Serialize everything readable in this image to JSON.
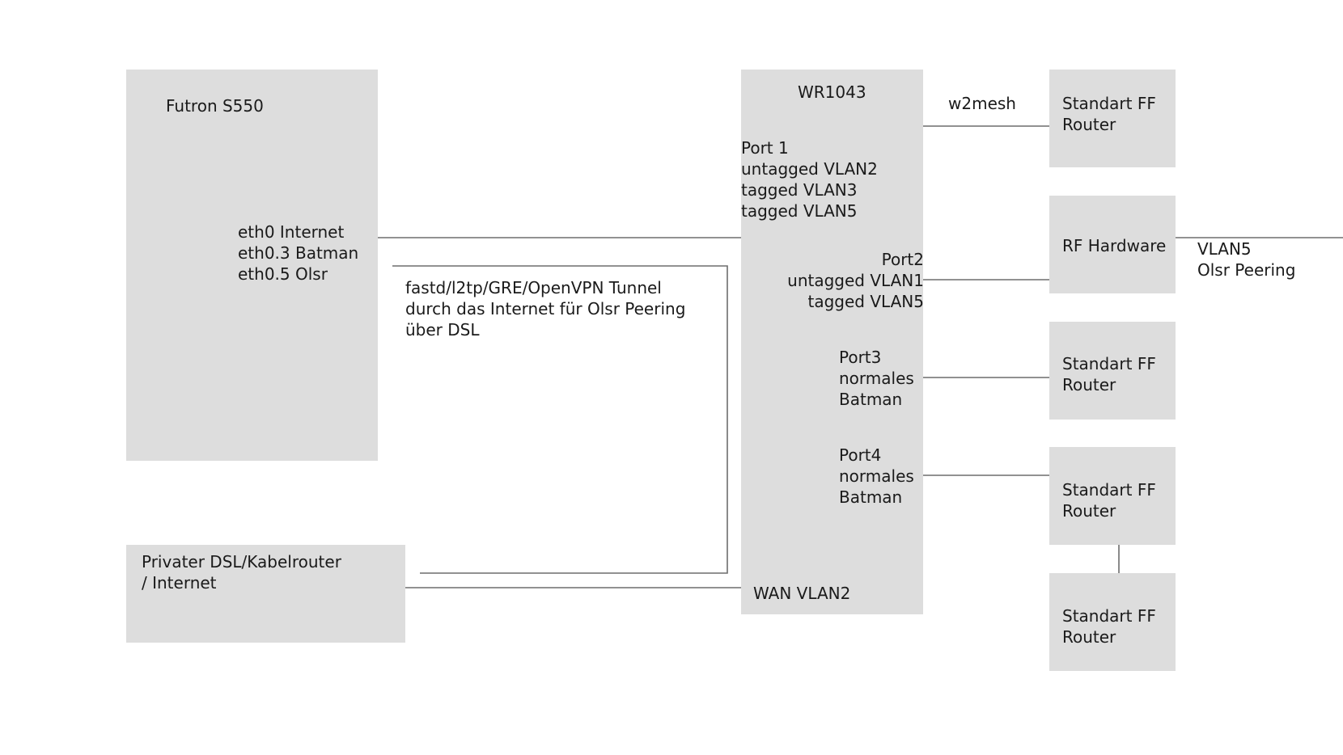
{
  "nodes": {
    "futron": {
      "title": "Futron S550",
      "interfaces": [
        "eth0 Internet",
        "eth0.3 Batman",
        "eth0.5 Olsr"
      ]
    },
    "dsl_router": {
      "title_lines": [
        "Privater DSL/Kabelrouter",
        "/ Internet"
      ]
    },
    "wr1043": {
      "title": "WR1043",
      "port1": [
        "Port 1",
        "untagged VLAN2",
        "tagged VLAN3",
        "tagged VLAN5"
      ],
      "port2": [
        "Port2",
        "untagged VLAN1",
        "tagged VLAN5"
      ],
      "port3": [
        "Port3",
        "normales",
        "Batman"
      ],
      "port4": [
        "Port4",
        "normales",
        "Batman"
      ],
      "wan": "WAN VLAN2"
    },
    "router_top": {
      "lines": [
        "Standart FF",
        "Router"
      ]
    },
    "rf_hardware": {
      "title": "RF Hardware"
    },
    "router_port3": {
      "lines": [
        "Standart FF",
        "Router"
      ]
    },
    "router_port4": {
      "lines": [
        "Standart FF",
        "Router"
      ]
    },
    "router_bottom": {
      "lines": [
        "Standart FF",
        "Router"
      ]
    }
  },
  "edge_labels": {
    "w2mesh": "w2mesh",
    "tunnel": [
      "fastd/l2tp/GRE/OpenVPN Tunnel",
      "durch das Internet für Olsr Peering",
      "über DSL"
    ],
    "vlan5": [
      "VLAN5",
      "Olsr Peering"
    ]
  },
  "colors": {
    "box_fill": "#dddddd",
    "line": "#6d6d6d"
  }
}
